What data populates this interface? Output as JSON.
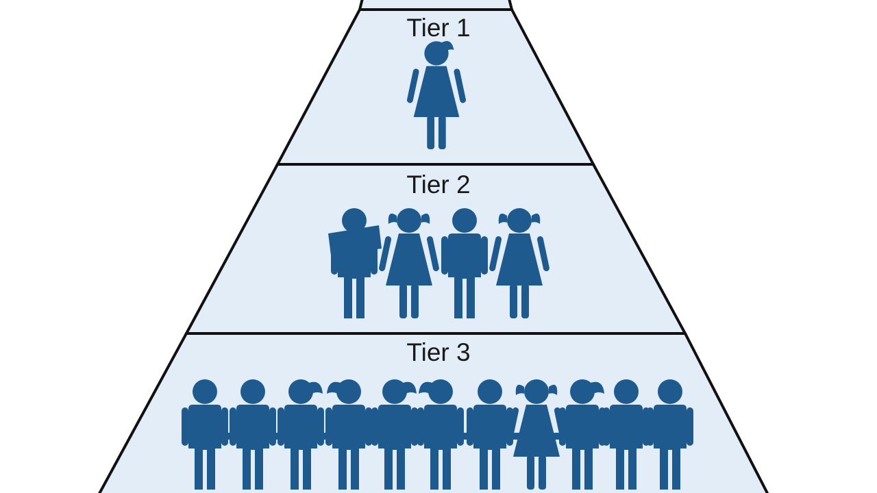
{
  "diagram": {
    "type": "pyramid",
    "colors": {
      "band_fill": "#e3edf8",
      "outline": "#111111",
      "figure": "#1f5a8f"
    },
    "tiers": [
      {
        "label": "Tier 1",
        "figures": [
          "girl"
        ]
      },
      {
        "label": "Tier 2",
        "figures": [
          "boy-with-book",
          "girl-pigtails",
          "boy",
          "girl-pigtails"
        ]
      },
      {
        "label": "Tier 3",
        "figures": [
          "boy",
          "boy",
          "girl-ponytail",
          "girl-ponytail",
          "girl-ponytail",
          "girl-ponytail",
          "boy",
          "girl-pigtails",
          "girl-ponytail",
          "boy",
          "boy"
        ]
      }
    ]
  }
}
